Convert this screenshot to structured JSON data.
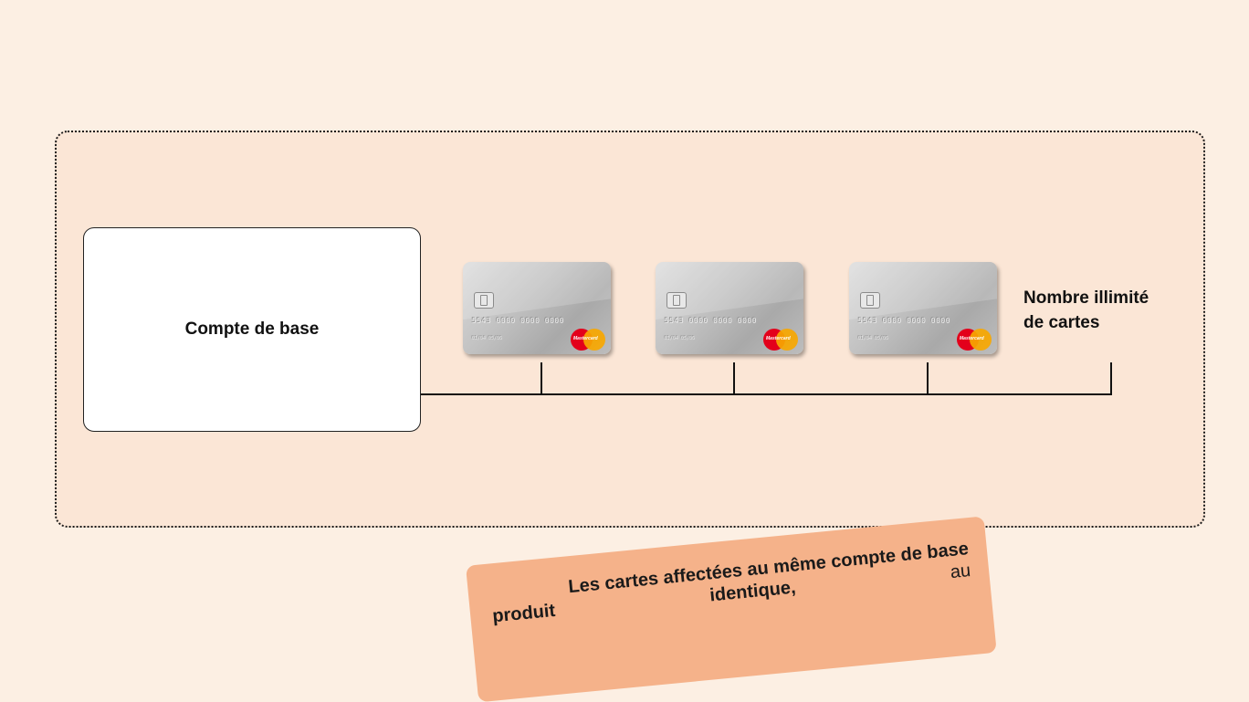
{
  "account": {
    "label": "Compte de base"
  },
  "cards": [
    {
      "number": "5543 0000 0000 0000",
      "small": "01/04 05/06",
      "brand": "Mastercard"
    },
    {
      "number": "5543 0000 0000 0000",
      "small": "01/04 05/06",
      "brand": "Mastercard"
    },
    {
      "number": "5543 0000 0000 0000",
      "small": "01/04 05/06",
      "brand": "Mastercard"
    }
  ],
  "unlimited": {
    "line1": "Nombre illimité",
    "line2": "de cartes"
  },
  "note": {
    "line1_bold": "Les cartes affectées au même compte de base",
    "line2_bold_a": "produit identique,",
    "line2_rest": "au"
  },
  "colors": {
    "background": "#fcefe3",
    "panel": "#fbe6d6",
    "note": "#f5b28a",
    "mastercard_red": "#e3001b",
    "mastercard_yellow": "#f7a700"
  }
}
